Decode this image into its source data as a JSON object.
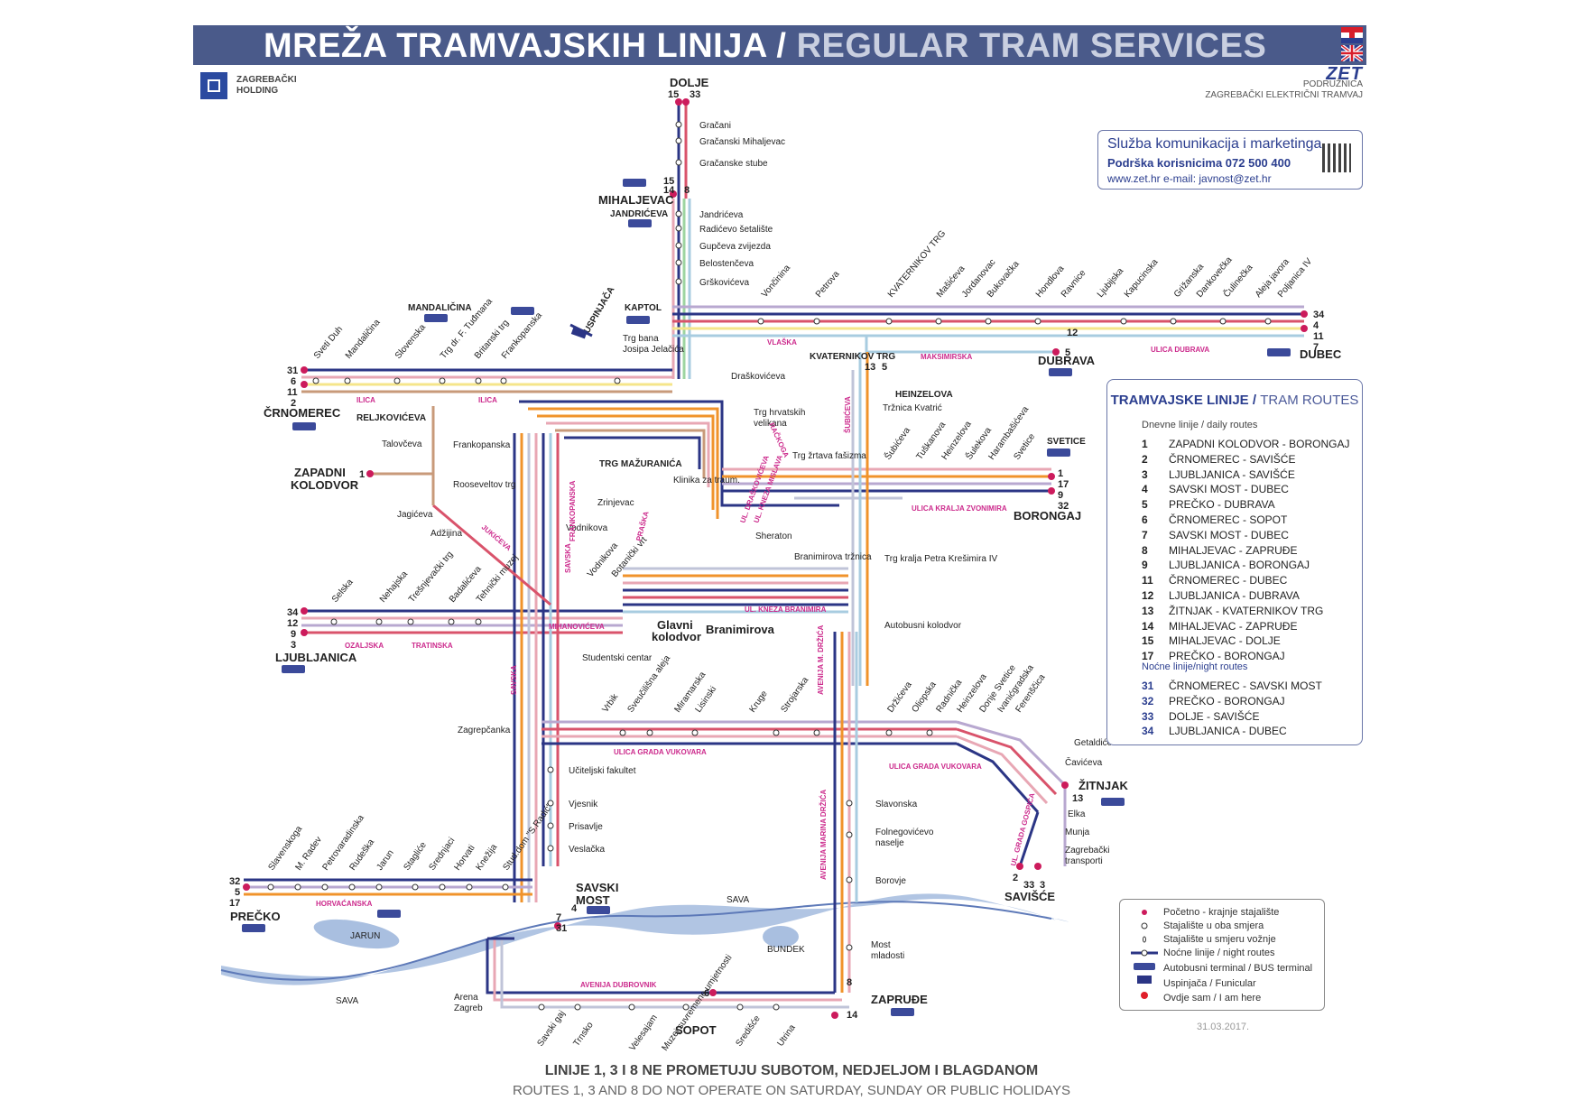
{
  "header": {
    "title_hr": "MREŽA TRAMVAJSKIH LINIJA /",
    "title_en": "REGULAR TRAM SERVICES",
    "holding": "ZAGREBAČKI HOLDING",
    "zet_logo": "ZET",
    "zet_sub1": "PODRUŽNICA",
    "zet_sub2": "ZAGREBAČKI ELEKTRIČNI TRAMVAJ"
  },
  "contact": {
    "title": "Služba komunikacija i marketinga",
    "support": "Podrška korisnicima 072 500 400",
    "web": "www.zet.hr      e-mail: javnost@zet.hr",
    "qr_icon": "qr-code-icon"
  },
  "routes_box": {
    "title": "TRAMVAJSKE LINIJE /",
    "title_en": "TRAM ROUTES",
    "daily_label": "Dnevne linije / daily routes",
    "night_label": "Noćne linije/night routes",
    "daily": [
      {
        "n": "1",
        "name": "ZAPADNI KOLODVOR - BORONGAJ"
      },
      {
        "n": "2",
        "name": "ČRNOMEREC - SAVIŠĆE"
      },
      {
        "n": "3",
        "name": "LJUBLJANICA - SAVIŠĆE"
      },
      {
        "n": "4",
        "name": "SAVSKI MOST - DUBEC"
      },
      {
        "n": "5",
        "name": "PREČKO - DUBRAVA"
      },
      {
        "n": "6",
        "name": "ČRNOMEREC - SOPOT"
      },
      {
        "n": "7",
        "name": "SAVSKI MOST - DUBEC"
      },
      {
        "n": "8",
        "name": "MIHALJEVAC - ZAPRUĐE"
      },
      {
        "n": "9",
        "name": "LJUBLJANICA - BORONGAJ"
      },
      {
        "n": "11",
        "name": "ČRNOMEREC - DUBEC"
      },
      {
        "n": "12",
        "name": "LJUBLJANICA - DUBRAVA"
      },
      {
        "n": "13",
        "name": "ŽITNJAK - KVATERNIKOV TRG"
      },
      {
        "n": "14",
        "name": "MIHALJEVAC - ZAPRUĐE"
      },
      {
        "n": "15",
        "name": "MIHALJEVAC - DOLJE"
      },
      {
        "n": "17",
        "name": "PREČKO - BORONGAJ"
      }
    ],
    "night": [
      {
        "n": "31",
        "name": "ČRNOMEREC - SAVSKI MOST"
      },
      {
        "n": "32",
        "name": "PREČKO - BORONGAJ"
      },
      {
        "n": "33",
        "name": "DOLJE - SAVIŠĆE"
      },
      {
        "n": "34",
        "name": "LJUBLJANICA - DUBEC"
      }
    ]
  },
  "legend": {
    "items": [
      "Početno - krajnje stajalište",
      "Stajalište u oba smjera",
      "Stajalište u smjeru vožnje",
      "Noćne linije / night routes",
      "Autobusni terminal / BUS terminal",
      "Uspinjača / Funicular",
      "Ovdje sam / I am here"
    ]
  },
  "date": "31.03.2017.",
  "footer": {
    "line1": "LINIJE 1, 3 I 8 NE PROMETUJU SUBOTOM, NEDJELJOM I BLAGDANOM",
    "line2": "ROUTES 1, 3 AND 8 DO NOT OPERATE ON SATURDAY, SUNDAY OR PUBLIC HOLIDAYS"
  },
  "colors": {
    "banner": "#4a5a8a",
    "night": "#2b3585",
    "line_pink": "#e8a7b4",
    "line_orange": "#f0932b",
    "line_yellow": "#f5e58a",
    "line_grey": "#c0c4d8",
    "line_purple": "#b8a8d0",
    "line_red": "#d9536b",
    "line_green": "#9dd4a0",
    "line_lightblue": "#a8cce0",
    "line_brown": "#c89a7a",
    "street_text": "#cc2a8c"
  },
  "terminals": {
    "dolje": "DOLJE",
    "mihaljevac": "MIHALJEVAC",
    "crnomerec": "ČRNOMEREC",
    "zapadni": "ZAPADNI KOLODVOR",
    "ljubljanica": "LJUBLJANICA",
    "precko": "PREČKO",
    "savski_most": "SAVSKI MOST",
    "dubrava": "DUBRAVA",
    "dubec": "DUBEC",
    "borongaj": "BORONGAJ",
    "zitnjak": "ŽITNJAK",
    "savisce": "SAVIŠĆE",
    "zaprude": "ZAPRUĐE",
    "sopot": "SOPOT",
    "glavni": "Glavni kolodvor",
    "branimirova": "Branimirova"
  },
  "bus_labels": {
    "mandalicina": "MANDALIČINA",
    "kaptol": "KAPTOL",
    "jandriceva": "JANDRIĆEVA",
    "reljkoviceva": "RELJKOVIĆEVA",
    "heinzelova": "HEINZELOVA",
    "svetice": "SVETICE",
    "kvaternikov": "KVATERNIKOV TRG",
    "trg_mazuranica": "TRG MAŽURANIĆA",
    "uspinjaca": "USPINJAČA"
  },
  "stations": {
    "dolje_line": [
      "Gračani",
      "Gračanski Mihaljevac",
      "Gračanske stube",
      "Jandrićeva",
      "Radićevo šetalište",
      "Gupčeva zvijezda",
      "Belostenčeva",
      "Grškovićeva"
    ],
    "ilica": [
      "Sveti Duh",
      "Mandaličina",
      "Slovenska",
      "Trg dr. F. Tuđmana",
      "Britanski trg",
      "Frankopanska"
    ],
    "east_north": [
      "Vončinina",
      "Petrova",
      "KVATERNIKOV TRG",
      "Mašićeva",
      "Jordanovac",
      "Bukovačka",
      "Hondlova",
      "Ravnice",
      "Ljubijska",
      "Kapucinska",
      "Grižanska",
      "Dankovečka",
      "Čulinečka",
      "Aleja javora",
      "Poljanica IV"
    ],
    "center": [
      "Trg bana Josipa Jelačića",
      "Draškovićeva",
      "Trg hrvatskih velikana",
      "Trg žrtava fašizma",
      "Tržnica Kvatrić",
      "Frankopanska",
      "Talovčeva",
      "Rooseveltov trg",
      "Zrinjevac",
      "Klinika za traum.",
      "Vodnikova",
      "Sheraton",
      "Jagićeva",
      "Adžijina",
      "Branimirova tržnica",
      "Trg kralja Petra Krešimira IV",
      "Autobusni kolodvor",
      "Studentski centar"
    ],
    "east_south": [
      "Šubićeva",
      "Tuškanova",
      "Heinzelova",
      "Šulekova",
      "Harambašićeva",
      "Svetice"
    ],
    "ljubljanica_line": [
      "Selska",
      "Nehajska",
      "Trešnjevački trg",
      "Badalićeva",
      "Tehnički muzej",
      "Vodnikova",
      "Botanički vrt"
    ],
    "vukovarska": [
      "Vrbik",
      "Sveučilišna aleja",
      "Miramarska",
      "Lisinski",
      "Kruge",
      "Strojarska",
      "Držićeva",
      "Oliopska",
      "Radnička",
      "Heinzelova",
      "Donje Svetice",
      "Ivanićgradska",
      "Ferenščica"
    ],
    "south": [
      "Zagrepčanka",
      "Učiteljski fakultet",
      "Vjesnik",
      "Prisavlje",
      "Veslačka",
      "Slavonska",
      "Folnegovićevo naselje",
      "Borovje",
      "Most mladosti",
      "Getaldićeva",
      "Čavićeva",
      "Elka",
      "Munja",
      "Zagrebački transporti"
    ],
    "precko_line": [
      "Slavenskoga",
      "M. Radev",
      "Petrovaradinska",
      "Rudeška",
      "Jarun",
      "Stagliće",
      "Srednjaci",
      "Horvati",
      "Knežija",
      "Stud.dom \"S.Radić\""
    ],
    "dubrovnik": [
      "Arena Zagreb",
      "Savski gaj",
      "Trnsko",
      "Velesajam",
      "Muzej suvremene umjetnosti",
      "Središće",
      "Utrina"
    ]
  },
  "streets": [
    "ILICA",
    "ILICA",
    "VLAŠKA",
    "MAKSIMIRSKA",
    "ULICA DUBRAVA",
    "ŠUBIĆEVA",
    "RAČKOGA",
    "UL. DRAŠKOVIĆEVA",
    "UL. KNEZA MISLAVA",
    "ULICA KRALJA ZVONIMIRA",
    "FRANKOPANSKA",
    "PRAŠKA",
    "SAVSKA",
    "JUKIĆEVA",
    "MIHANOVIĆEVA",
    "UL. KNEZA BRANIMIRA",
    "OZALJSKA",
    "TRATINSKA",
    "ULICA GRADA VUKOVARA",
    "ULICA GRADA VUKOVARA",
    "AVENIJA M. DRŽIĆA",
    "AVENIJA MARINA DRŽIĆA",
    "HORVAĆANSKA",
    "AVENIJA DUBROVNIK",
    "UL. GRADA GOSPIĆA",
    "SAVA",
    "SAVA",
    "JARUN",
    "BUNDEK",
    "SAVSKA"
  ]
}
